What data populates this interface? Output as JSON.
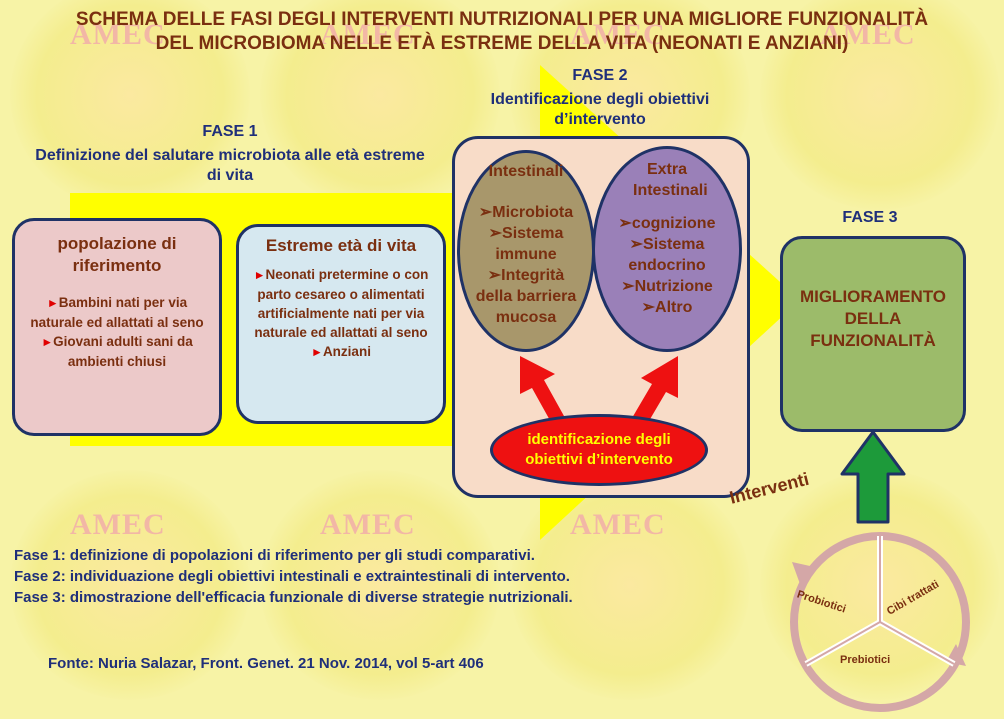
{
  "title": {
    "line1": "SCHEMA DELLE FASI DEGLI INTERVENTI NUTRIZIONALI PER UNA MIGLIORE FUNZIONALITÀ",
    "line2": "DEL MICROBIOMA  NELLE ETÀ ESTREME DELLA VITA (NEONATI E ANZIANI)"
  },
  "background": {
    "watermark": "AMEC"
  },
  "fase1": {
    "heading": "FASE 1",
    "desc": "Definizione del salutare microbiota alle età estreme di vita",
    "box_popolazione": {
      "title": "popolazione di riferimento",
      "items": [
        "Bambini nati per via naturale ed allattati  al seno",
        "Giovani adulti sani da ambienti chiusi"
      ]
    },
    "box_estreme": {
      "title": "Estreme età di vita",
      "items": [
        "Neonati pretermine o con parto cesareo o alimentati artificialmente nati per via naturale ed allattati al seno",
        "Anziani"
      ]
    }
  },
  "fase2": {
    "heading": "FASE 2",
    "desc": "Identificazione degli obiettivi d’intervento",
    "intestinali": {
      "title": "Intestinali",
      "items": [
        "Microbiota",
        "Sistema immune",
        "Integrità della barriera mucosa"
      ]
    },
    "extra": {
      "title": "Extra Intestinali",
      "items": [
        "cognizione",
        "Sistema endocrino",
        "Nutrizione",
        "Altro"
      ]
    },
    "identificazione": "identificazione degli obiettivi d’intervento"
  },
  "fase3": {
    "heading": "FASE 3",
    "result": "MIGLIORAMENTO DELLA FUNZIONALITÀ"
  },
  "interventi": {
    "label": "Interventi",
    "segments": [
      "Probiotici",
      "Cibi trattati",
      "Prebiotici"
    ]
  },
  "notes": [
    "Fase 1: definizione di popolazioni di riferimento per gli studi comparativi.",
    "Fase 2: individuazione degli obiettivi intestinali e extraintestinali di intervento.",
    "Fase 3: dimostrazione dell'efficacia funzionale di diverse strategie nutrizionali."
  ],
  "source": "Fonte: Nuria Salazar, Front. Genet. 21 Nov. 2014, vol 5-art 406",
  "colors": {
    "background": "#f7f3a6",
    "arrow_yellow": "#ffff00",
    "title_text": "#7a2f10",
    "heading_text": "#1f2f7a",
    "box_popolazione": "#ecc9c9",
    "box_estreme": "#d6e8f0",
    "panel_fase2": "#f8dcc8",
    "ellipse_intestinali": "#a8976b",
    "ellipse_extra": "#9a80b8",
    "ellipse_identificazione": "#ee1111",
    "box_fase3": "#9cbb6a",
    "arrow_red": "#ee1111",
    "arrow_green": "#1d9a3a",
    "cycle": "#d4a7a7"
  }
}
